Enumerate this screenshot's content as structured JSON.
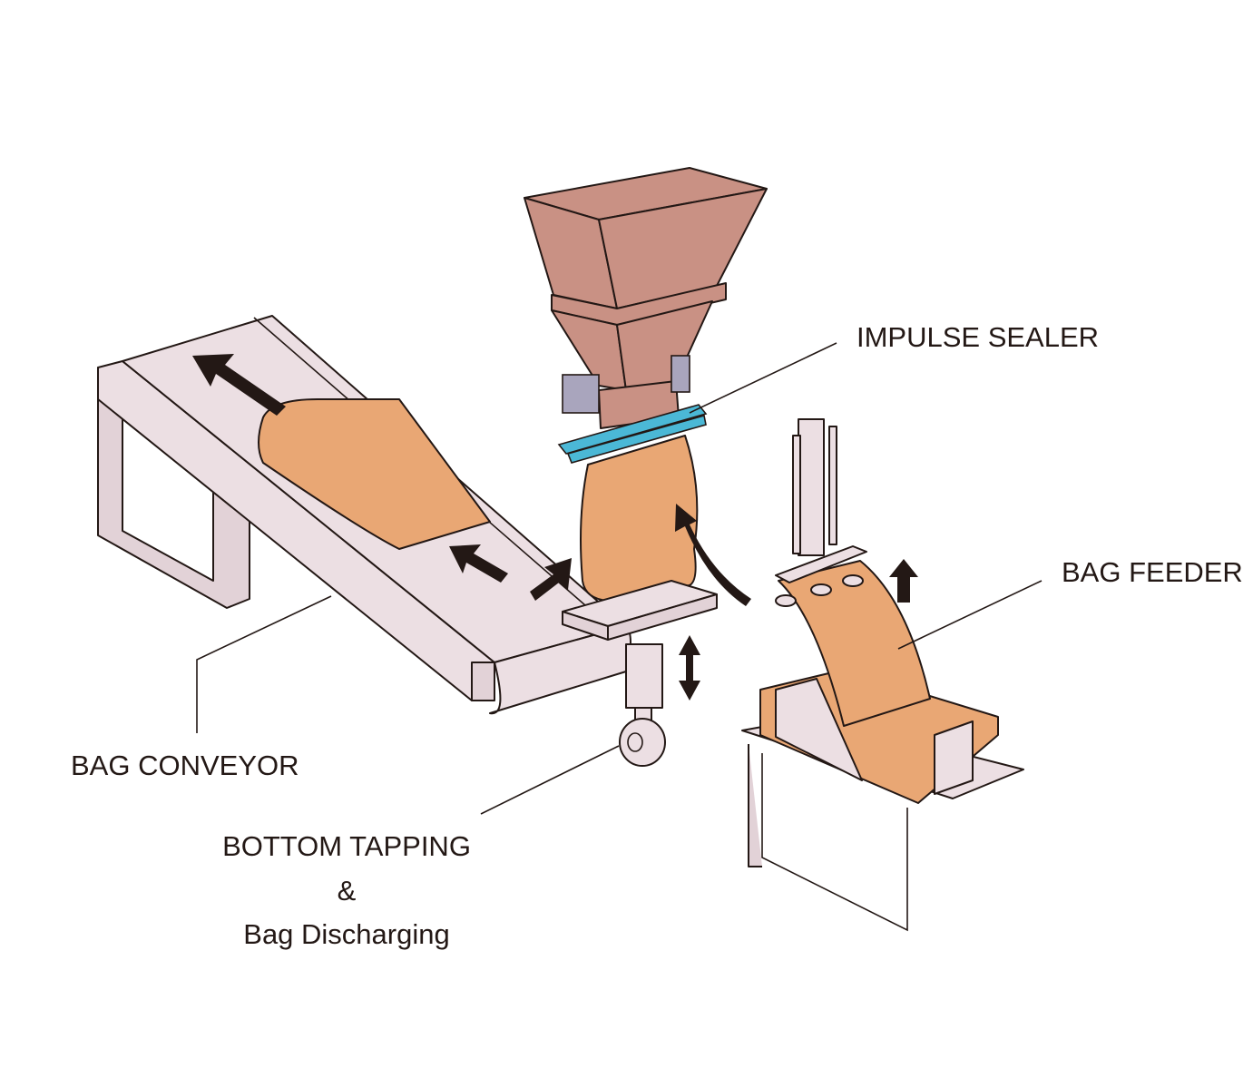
{
  "labels": {
    "impulse_sealer": "IMPULSE SEALER",
    "bag_feeder": "BAG FEEDER",
    "bag_conveyor": "BAG CONVEYOR",
    "bottom_tapping_line1": "BOTTOM TAPPING",
    "bottom_tapping_line2": "&",
    "bottom_tapping_line3": "Bag Discharging"
  },
  "colors": {
    "hopper": "#c99184",
    "bag": "#e9a774",
    "frame": "#ecdfe3",
    "sealer_bar": "#4bb8d6",
    "actuator": "#a9a5bd"
  }
}
